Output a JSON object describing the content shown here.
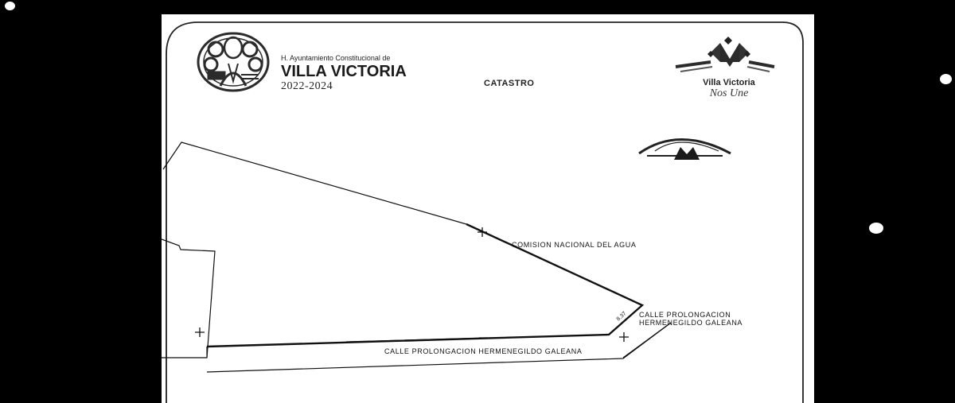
{
  "header": {
    "ayuntamiento_line": "H. Ayuntamiento Constitucional de",
    "municipality": "VILLA VICTORIA",
    "period": "2022-2024",
    "department": "CATASTRO"
  },
  "right_logo": {
    "name": "Villa Victoria",
    "tagline": "Nos Une"
  },
  "plan": {
    "label_north": "COMISION NACIONAL DEL AGUA",
    "label_east_line1": "CALLE PROLONGACION",
    "label_east_line2": "HERMENEGILDO GALEANA",
    "label_south": "CALLE PROLONGACION HERMENEGILDO GALEANA",
    "segment_dimension": "8.37"
  },
  "colors": {
    "background": "#000000",
    "paper": "#ffffff",
    "ink": "#111111",
    "logo_ink": "#2b2b2b"
  }
}
